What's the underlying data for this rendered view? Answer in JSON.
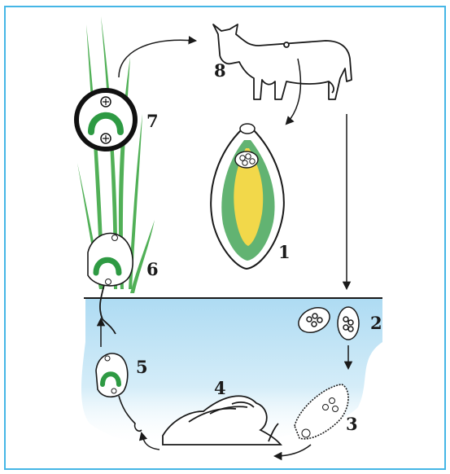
{
  "colors": {
    "border": "#45b6e6",
    "water": "#bfe2f5",
    "grass": "#3fa845",
    "parasite_green": "#2e9a43",
    "parasite_yellow": "#f2d84a",
    "ink": "#1a1a1a"
  },
  "stages": {
    "adult_fluke": "1",
    "eggs": "2",
    "miracidium": "3",
    "snail": "4",
    "cercaria_in_water": "5",
    "cercaria_on_grass": "6",
    "metacercaria_cyst": "7",
    "cattle_host": "8"
  },
  "icons": [
    "cow-icon",
    "adult-fluke-icon",
    "eggs-icon",
    "miracidium-icon",
    "snail-icon",
    "cercaria-icon",
    "cyst-icon",
    "grass-icon"
  ]
}
